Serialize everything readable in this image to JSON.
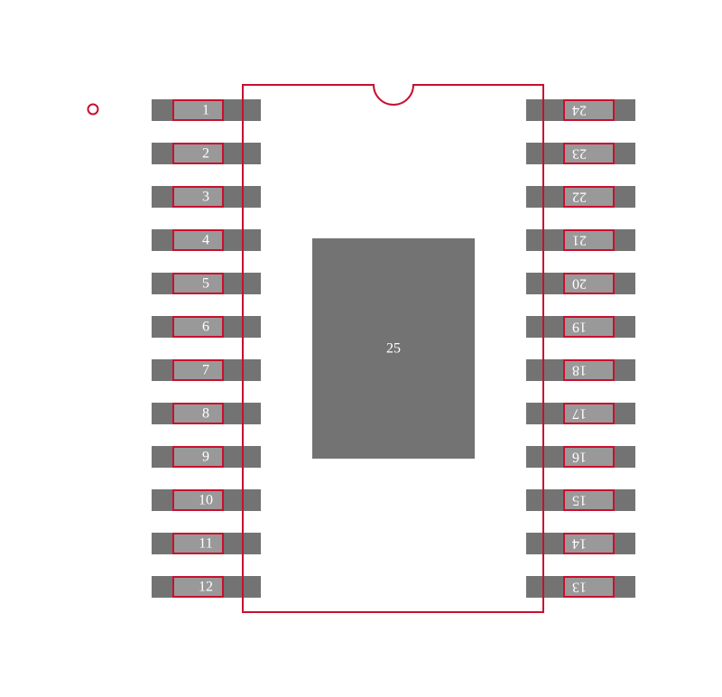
{
  "footprint": {
    "left_pins": [
      "1",
      "2",
      "3",
      "4",
      "5",
      "6",
      "7",
      "8",
      "9",
      "10",
      "11",
      "12"
    ],
    "right_pins": [
      "24",
      "23",
      "22",
      "21",
      "20",
      "19",
      "18",
      "17",
      "16",
      "15",
      "14",
      "13"
    ],
    "thermal_pad_label": "25",
    "colors": {
      "outline": "#c8102e",
      "pad": "#737373",
      "pad_inner": "#999999",
      "label": "#ffffff"
    }
  }
}
